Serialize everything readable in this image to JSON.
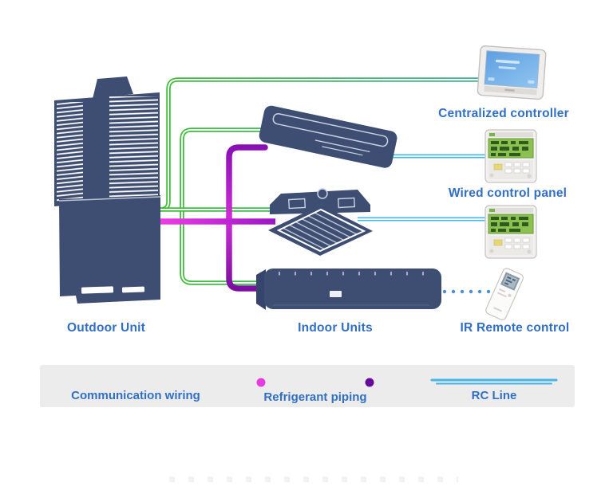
{
  "labels": {
    "outdoor_unit": "Outdoor Unit",
    "indoor_units": "Indoor Units",
    "ir_remote_control": "IR Remote control",
    "centralized_controller": "Centralized controller",
    "wired_control_panel": "Wired control panel"
  },
  "legend": {
    "items": [
      {
        "label": "Communication wiring",
        "color": "#35b83c",
        "color_end": "#3aa98f",
        "style": "double-green-line"
      },
      {
        "label": "Refrigerant piping",
        "color": "#e63ae2",
        "color_end": "#7a0da6",
        "style": "magenta-line-with-end-dots"
      },
      {
        "label": "RC Line",
        "color": "#45b5ea",
        "color_end": "#45b5ea",
        "style": "double-cyan-line"
      }
    ]
  },
  "colors": {
    "device_navy": "#3e4d72",
    "communication_wiring_green": "#35b83c",
    "communication_wiring_teal_end": "#3fb093",
    "refrigerant_magenta": "#ee3ce6",
    "refrigerant_purple": "#7c0fa2",
    "rc_line_cyan": "#47b6ea",
    "ir_dot_blue": "#4b8fd6",
    "label_blue": "#316fc4",
    "legend_background": "#ececec"
  },
  "devices": [
    {
      "id": "outdoor-unit",
      "label": "Outdoor Unit"
    },
    {
      "id": "ceiling-suspended-indoor-unit",
      "label": "Indoor Units"
    },
    {
      "id": "cassette-indoor-unit",
      "label": "Indoor Units"
    },
    {
      "id": "wall-mounted-indoor-unit",
      "label": "Indoor Units"
    },
    {
      "id": "centralized-controller",
      "label": "Centralized controller"
    },
    {
      "id": "wired-control-panel",
      "label": "Wired control panel",
      "count": 2
    },
    {
      "id": "ir-remote-control",
      "label": "IR Remote control"
    }
  ],
  "connections": [
    {
      "from": "outdoor-unit",
      "to": "centralized-controller",
      "type": "communication-wiring"
    },
    {
      "from": "outdoor-unit",
      "to": "indoor-units",
      "type": "communication-wiring"
    },
    {
      "from": "outdoor-unit",
      "to": "indoor-units",
      "type": "refrigerant-piping"
    },
    {
      "from": "ceiling-suspended-indoor-unit",
      "to": "wired-control-panel",
      "type": "rc-line"
    },
    {
      "from": "cassette-indoor-unit",
      "to": "wired-control-panel",
      "type": "rc-line"
    },
    {
      "from": "wall-mounted-indoor-unit",
      "to": "ir-remote-control",
      "type": "ir-wireless-dotted"
    }
  ]
}
